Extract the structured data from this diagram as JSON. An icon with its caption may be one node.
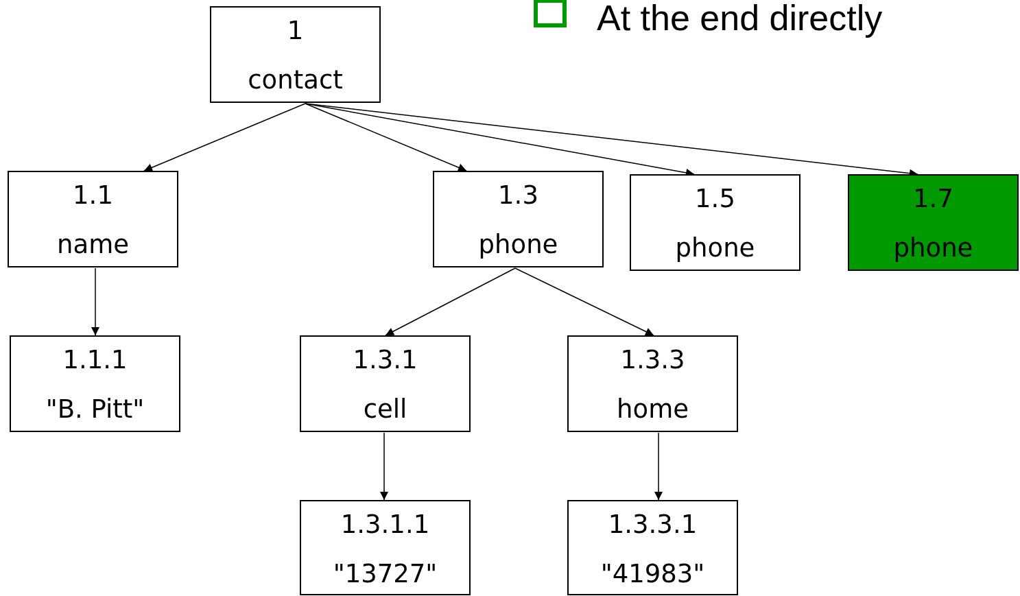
{
  "diagram": {
    "nodes": [
      {
        "text": [
          "1",
          "contact"
        ]
      },
      {
        "text": [
          "1.1",
          "name"
        ]
      },
      {
        "text": [
          "1.3",
          "phone"
        ]
      },
      {
        "text": [
          "1.5",
          "phone"
        ]
      },
      {
        "text": [
          "1.7",
          "phone"
        ]
      },
      {
        "text": [
          "1.1.1",
          "\"B. Pitt\""
        ]
      },
      {
        "text": [
          "1.3.1",
          "cell"
        ]
      },
      {
        "text": [
          "1.3.3",
          "home"
        ]
      },
      {
        "text": [
          "1.3.1.1",
          "\"13727\""
        ]
      },
      {
        "text": [
          "1.3.3.1",
          "\"41983\""
        ]
      }
    ],
    "edges": [
      {
        "from": 0,
        "to": 1,
        "arrow": "to"
      },
      {
        "from": 0,
        "to": 2,
        "arrow": "to"
      },
      {
        "from": 0,
        "to": 3,
        "arrow": "to"
      },
      {
        "from": 0,
        "to": 4,
        "arrow": "to"
      },
      {
        "from": 1,
        "to": 5,
        "arrow": "to"
      },
      {
        "from": 2,
        "to": 6,
        "arrow": "to"
      },
      {
        "from": 2,
        "to": 7,
        "arrow": "to"
      },
      {
        "from": 6,
        "to": 8,
        "arrow": "to"
      },
      {
        "from": 7,
        "to": 9,
        "arrow": "to"
      }
    ],
    "labels": [
      "At the end directly"
    ]
  }
}
